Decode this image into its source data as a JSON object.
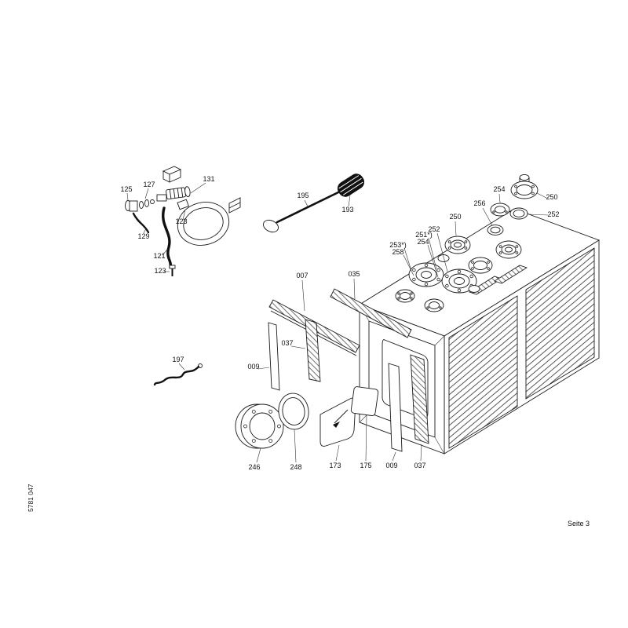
{
  "doc": {
    "type": "exploded-parts-diagram",
    "side_code": "5781 047",
    "page_label": "Seite 3"
  },
  "colors": {
    "ink": "#1a1a1a",
    "background": "#ffffff"
  },
  "labels": [
    {
      "text": "125"
    },
    {
      "text": "127"
    },
    {
      "text": "131"
    },
    {
      "text": "129"
    },
    {
      "text": "123"
    },
    {
      "text": "121"
    },
    {
      "text": "123"
    },
    {
      "text": "195"
    },
    {
      "text": "193"
    },
    {
      "text": "254"
    },
    {
      "text": "250"
    },
    {
      "text": "256"
    },
    {
      "text": "252"
    },
    {
      "text": "250"
    },
    {
      "text": "252"
    },
    {
      "text": "251*)"
    },
    {
      "text": "254"
    },
    {
      "text": "253*)"
    },
    {
      "text": "258"
    },
    {
      "text": "007"
    },
    {
      "text": "035"
    },
    {
      "text": "037"
    },
    {
      "text": "009"
    },
    {
      "text": "197"
    },
    {
      "text": "246"
    },
    {
      "text": "248"
    },
    {
      "text": "173"
    },
    {
      "text": "175"
    },
    {
      "text": "009"
    },
    {
      "text": "037"
    }
  ]
}
